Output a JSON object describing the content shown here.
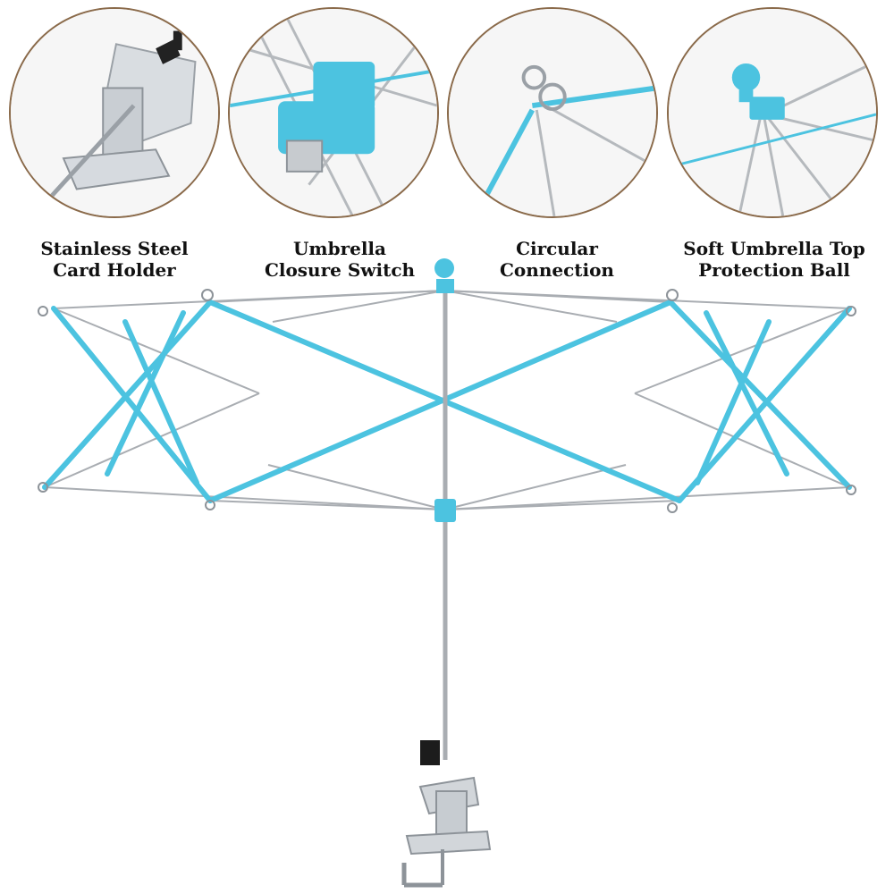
{
  "features": [
    {
      "line1": "Stainless Steel",
      "line2": "Card Holder"
    },
    {
      "line1": "Umbrella",
      "line2": "Closure Switch"
    },
    {
      "line1": "Circular",
      "line2": "Connection"
    },
    {
      "line1": "Soft Umbrella Top",
      "line2": "Protection Ball"
    }
  ],
  "colors": {
    "accent": "#4cc3e0",
    "metal": "#a9adb2",
    "border": "#8a6a4a"
  }
}
